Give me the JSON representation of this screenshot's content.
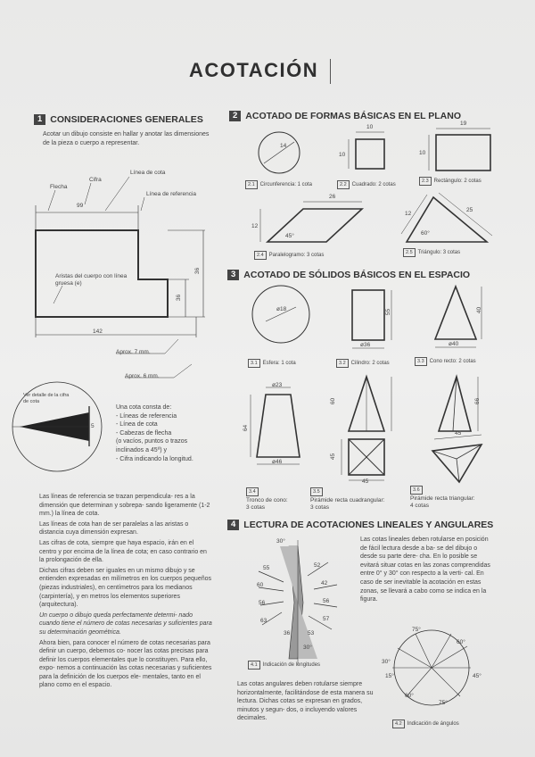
{
  "title": "ACOTACIÓN",
  "sections": {
    "s1": {
      "num": "1",
      "title": "CONSIDERACIONES GENERALES"
    },
    "s2": {
      "num": "2",
      "title": "ACOTADO DE FORMAS BÁSICAS EN EL PLANO"
    },
    "s3": {
      "num": "3",
      "title": "ACOTADO DE SÓLIDOS BÁSICOS EN EL ESPACIO"
    },
    "s4": {
      "num": "4",
      "title": "LECTURA DE ACOTACIONES LINEALES Y ANGULARES"
    }
  },
  "intro": "Acotar un dibujo consiste en hallar y anotar las dimensiones de la pieza o cuerpo a representar.",
  "fig1": {
    "flecha": "Flecha",
    "cifra": "Cifra",
    "linea_cota": "Línea de cota",
    "linea_ref": "Línea de referencia",
    "aristas": "Aristas del cuerpo con línea gruesa (e)",
    "d99": "99",
    "d142": "142",
    "d36": "36",
    "d36b": "36",
    "aprox7": "Aprox. 7 mm.",
    "aprox6": "Aprox. 6 mm.",
    "zoom": "Ver detalle de la cifra de cota",
    "zoom_num": "5"
  },
  "components": {
    "heading": "Una cota consta de:",
    "items": [
      "- Líneas de referencia",
      "- Línea de cota",
      "- Cabezas de flecha",
      "(o vacíos, puntos o trazos",
      "inclinados a 45º) y",
      "- Cifra indicando la longitud."
    ]
  },
  "body": [
    "Las líneas de referencia se trazan perpendicula- res a la dimensión que determinan y sobrepa- sando ligeramente (1-2 mm.) la línea de cota.",
    "Las líneas de cota han de ser paralelas a las aristas o distancia cuya dimensión expresan.",
    "Las cifras de cota, siempre que haya espacio, irán en el centro y por encima de la línea de cota; en caso contrario en la prolongación de ella.",
    "Dichas cifras deben ser iguales en un mismo dibujo y se entienden expresadas en milímetros en los cuerpos pequeños (piezas industriales), en centímetros para los medianos (carpintería), y en metros los elementos superiores (arquitectura).",
    "Un cuerpo o dibujo queda perfectamente determi- nado cuando tiene el número de cotas necesarias y suficientes para su determinación geométrica.",
    "Ahora bien, para conocer el número de cotas necesarias para definir un cuerpo, debemos co- nocer las cotas precisas para definir los cuerpos elementales que lo constituyen. Para ello, expo- nemos a continuación las cotas necesarias y suficientes para la definición de los cuerpos ele- mentales, tanto en el plano como en el espacio."
  ],
  "plane": {
    "circle": {
      "box": "2.1",
      "cap": "Circunferencia: 1 cota",
      "d": "14"
    },
    "square": {
      "box": "2.2",
      "cap": "Cuadrado: 2 cotas",
      "w": "10",
      "h": "10"
    },
    "rect": {
      "box": "2.3",
      "cap": "Rectángulo: 2 cotas",
      "w": "19",
      "h": "10"
    },
    "para": {
      "box": "2.4",
      "cap": "Paralelogramo: 3 cotas",
      "w": "26",
      "h": "12",
      "a": "45°"
    },
    "tri": {
      "box": "2.5",
      "cap": "Triángulo: 3 cotas",
      "a": "25",
      "b": "12",
      "ang": "60°"
    }
  },
  "solids": {
    "sphere": {
      "box": "3.1",
      "cap": "Esfera: 1 cota",
      "d": "ø18"
    },
    "cyl": {
      "box": "3.2",
      "cap": "Cilindro: 2 cotas",
      "h": "55",
      "d": "ø36"
    },
    "cone": {
      "box": "3.3",
      "cap": "Cono recto: 2 cotas",
      "h": "40",
      "d": "ø40"
    },
    "trunc": {
      "box": "3.4",
      "cap": "Tronco de cono:",
      "cap2": "3 cotas",
      "top": "ø23",
      "bot": "ø46",
      "h": "64"
    },
    "sqpyr": {
      "box": "3.5",
      "cap": "Pirámide recta cuadrangular:",
      "cap2": "3 cotas",
      "h": "60",
      "w": "45",
      "b": "45"
    },
    "tripyr": {
      "box": "3.6",
      "cap": "Pirámide recta triangular:",
      "cap2": "4 cotas",
      "h": "66",
      "w": "45"
    }
  },
  "reading": {
    "text1": "Las cotas lineales deben rotularse en posición de fácil lectura desde a ba- se del dibujo o desde su parte dere- cha. En lo posible se evitará situar cotas en las zonas comprendidas entre 0° y 30° con respecto a la verti- cal. En caso de ser inevitable la acotación en estas zonas, se llevará a cabo como se indica en la figura.",
    "fig41": {
      "box": "4.1",
      "cap": "Indicación de longitudes",
      "v": [
        "30°",
        "55",
        "60",
        "56",
        "63",
        "52",
        "42",
        "56",
        "57",
        "53",
        "36",
        "30°"
      ]
    },
    "text2": "Las cotas angulares deben rotularse siempre horizontalmente, facilitándose de esta manera su lectura. Dichas cotas se expresan en grados, minutos y segun- dos, o incluyendo valores decimales.",
    "fig42": {
      "box": "4.2",
      "cap": "Indicación de ángulos",
      "v": [
        "75°",
        "60°",
        "30°",
        "15°",
        "45°",
        "60°",
        "75°"
      ]
    }
  }
}
